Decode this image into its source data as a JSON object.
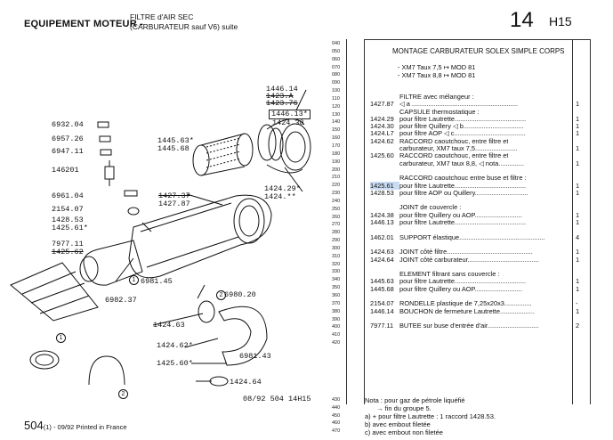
{
  "header": {
    "section": "EQUIPEMENT MOTEUR -",
    "subtitle_line1": "FILTRE d'AIR SEC",
    "subtitle_line2": "(CARBURATEUR sauf V6) suite",
    "page_number": "14",
    "page_code": "H15"
  },
  "diagram": {
    "labels": {
      "p1446_14": "1446.14",
      "p1423_a": "1423.A",
      "p1423_76": "1423.76",
      "p1446_13": "1446.13*",
      "p1424_38": "1424.38",
      "p6932_04": "6932.04",
      "p6957_26": "6957.26",
      "p6947_11": "6947.11",
      "p1445_63": "1445.63*",
      "p1445_68": "1445.68",
      "p146201": "146201",
      "p6961_04": "6961.04",
      "p1427_37": "1427.37",
      "p1427_87": "1427.87",
      "p1424_29": "1424.29*",
      "p1424_stars": "1424.**",
      "p2154_07": "2154.07",
      "p1428_53": "1428.53",
      "p1425_61": "1425.61*",
      "p7977_11": "7977.11",
      "p1425_62": "1425.62",
      "p6981_45": "6981.45",
      "p6980_20": "6980.20",
      "p6982_37": "6982.37",
      "p1424_63": "1424.63",
      "p1424_62": "1424.62*",
      "p1425_60": "1425.60*",
      "p6981_43": "6981.43",
      "p1424_64": "1424.64",
      "callout_1": "1",
      "callout_2": "2",
      "drawing_ref": "08/92 504 14H15"
    }
  },
  "line_numbers": [
    "040",
    "050",
    "060",
    "070",
    "080",
    "090",
    "100",
    "110",
    "120",
    "130",
    "140",
    "150",
    "160",
    "170",
    "180",
    "190",
    "200",
    "210",
    "220",
    "230",
    "240",
    "250",
    "260",
    "270",
    "280",
    "290",
    "300",
    "310",
    "320",
    "330",
    "340",
    "350",
    "360",
    "370",
    "380",
    "390",
    "400",
    "410",
    "420"
  ],
  "bottom_line_numbers": [
    "430",
    "440",
    "450",
    "460",
    "470"
  ],
  "parts": {
    "title": "MONTAGE CARBURATEUR SOLEX SIMPLE CORPS",
    "models": [
      "- XM7 Taux 7,5 ↦ MOD 81",
      "- XM7 Taux 8,8 ↦ MOD 81"
    ],
    "rows": [
      {
        "ref": "",
        "text": "FILTRE avec mélangeur :",
        "qty": ""
      },
      {
        "ref": "1427.87",
        "text": "◁ a ..........................................................",
        "qty": "1"
      },
      {
        "ref": "",
        "text": "CAPSULE thermostatique :",
        "qty": ""
      },
      {
        "ref": "1424.29",
        "text": "pour filtre Lautrette.......................................",
        "qty": "1"
      },
      {
        "ref": "1424.30",
        "text": "pour filtre Quillery ◁ b.................................",
        "qty": "1"
      },
      {
        "ref": "1424.L7",
        "text": "pour filtre AOP ◁ c.......................................",
        "qty": "1"
      },
      {
        "ref": "1424.62",
        "text": "RACCORD caoutchouc, entre filtre et",
        "qty": ""
      },
      {
        "ref": "",
        "text": "carburateur, XM7 taux 7,5.......................",
        "qty": "1"
      },
      {
        "ref": "1425.60",
        "text": "RACCORD caoutchouc, entre filtre et",
        "qty": ""
      },
      {
        "ref": "",
        "text": "carburateur, XM7 taux 8,8, ◁ nota..............",
        "qty": "1"
      },
      {
        "ref": "",
        "text": "",
        "qty": ""
      },
      {
        "ref": "",
        "text": "RACCORD caoutchouc entre buse et filtre :",
        "qty": ""
      },
      {
        "ref": "1425.61",
        "text": "pour filtre Lautrette.......................................",
        "qty": "1",
        "highlight": true
      },
      {
        "ref": "1428.53",
        "text": "pour filtre AOP ou Quillery.............................",
        "qty": "1"
      },
      {
        "ref": "",
        "text": "",
        "qty": ""
      },
      {
        "ref": "",
        "text": "JOINT de couvercle :",
        "qty": ""
      },
      {
        "ref": "1424.38",
        "text": "pour filtre Quillery ou AOP..........................",
        "qty": "1"
      },
      {
        "ref": "1446.13",
        "text": "pour filtre Lautrette.......................................",
        "qty": "1"
      },
      {
        "ref": "",
        "text": "",
        "qty": ""
      },
      {
        "ref": "1462.01",
        "text": "SUPPORT élastique...............................................",
        "qty": "4"
      },
      {
        "ref": "",
        "text": "",
        "qty": ""
      },
      {
        "ref": "1424.63",
        "text": "JOINT côté filtre...............................................",
        "qty": "1"
      },
      {
        "ref": "1424.64",
        "text": "JOINT côté carburateur.......................................",
        "qty": "1"
      },
      {
        "ref": "",
        "text": "",
        "qty": ""
      },
      {
        "ref": "",
        "text": "ELEMENT filtrant sans couvercle :",
        "qty": ""
      },
      {
        "ref": "1445.63",
        "text": "pour filtre Lautrette.......................................",
        "qty": "1"
      },
      {
        "ref": "1445.68",
        "text": "pour filtre Quillery ou AOP..........................",
        "qty": "1"
      },
      {
        "ref": "",
        "text": "",
        "qty": ""
      },
      {
        "ref": "2154.07",
        "text": "RONDELLE plastique de 7,25x20x3...............",
        "qty": "-"
      },
      {
        "ref": "1446.14",
        "text": "BOUCHON de fermeture Lautrette...................",
        "qty": "1"
      },
      {
        "ref": "",
        "text": "",
        "qty": ""
      },
      {
        "ref": "7977.11",
        "text": "BUTEE sur buse d'entrée d'air............................",
        "qty": "2"
      }
    ]
  },
  "notes": {
    "line1": "Nota : pour gaz de pétrole liquéfié",
    "line2": "→ fin du groupe 5.",
    "line3": "a)  + pour filtre Lautrette : 1 raccord 1428.53.",
    "line4": "b) avec embout filetée",
    "line5": "c) avec embout non filetée"
  },
  "footer": {
    "model": "504",
    "print_info": "(1) - 09/92 Printed in France"
  }
}
